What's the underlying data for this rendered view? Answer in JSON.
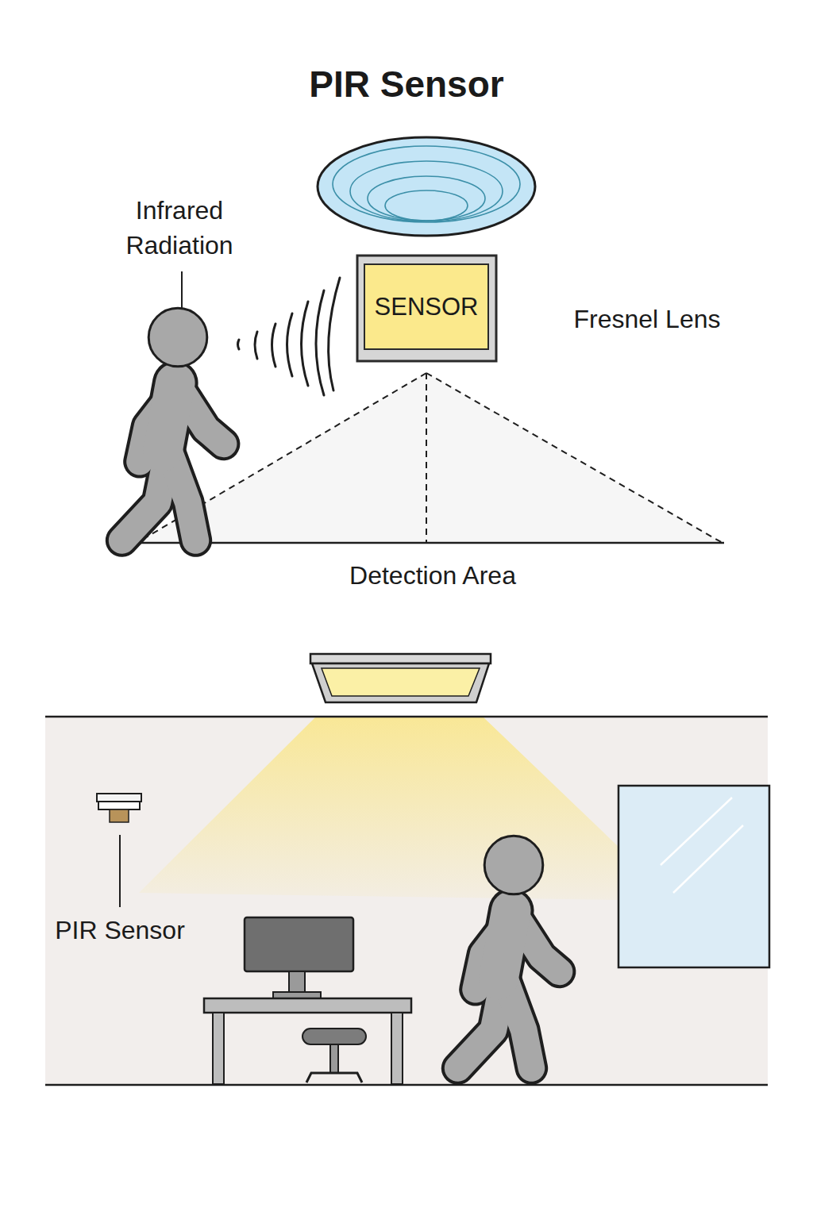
{
  "diagram": {
    "title": "PIR Sensor",
    "nodes": [
      {
        "text": [
          "SENSOR"
        ]
      }
    ],
    "labels": [
      "Infrared Radiation",
      "Fresnel Lens",
      "Detection Area",
      "PIR Sensor"
    ]
  }
}
